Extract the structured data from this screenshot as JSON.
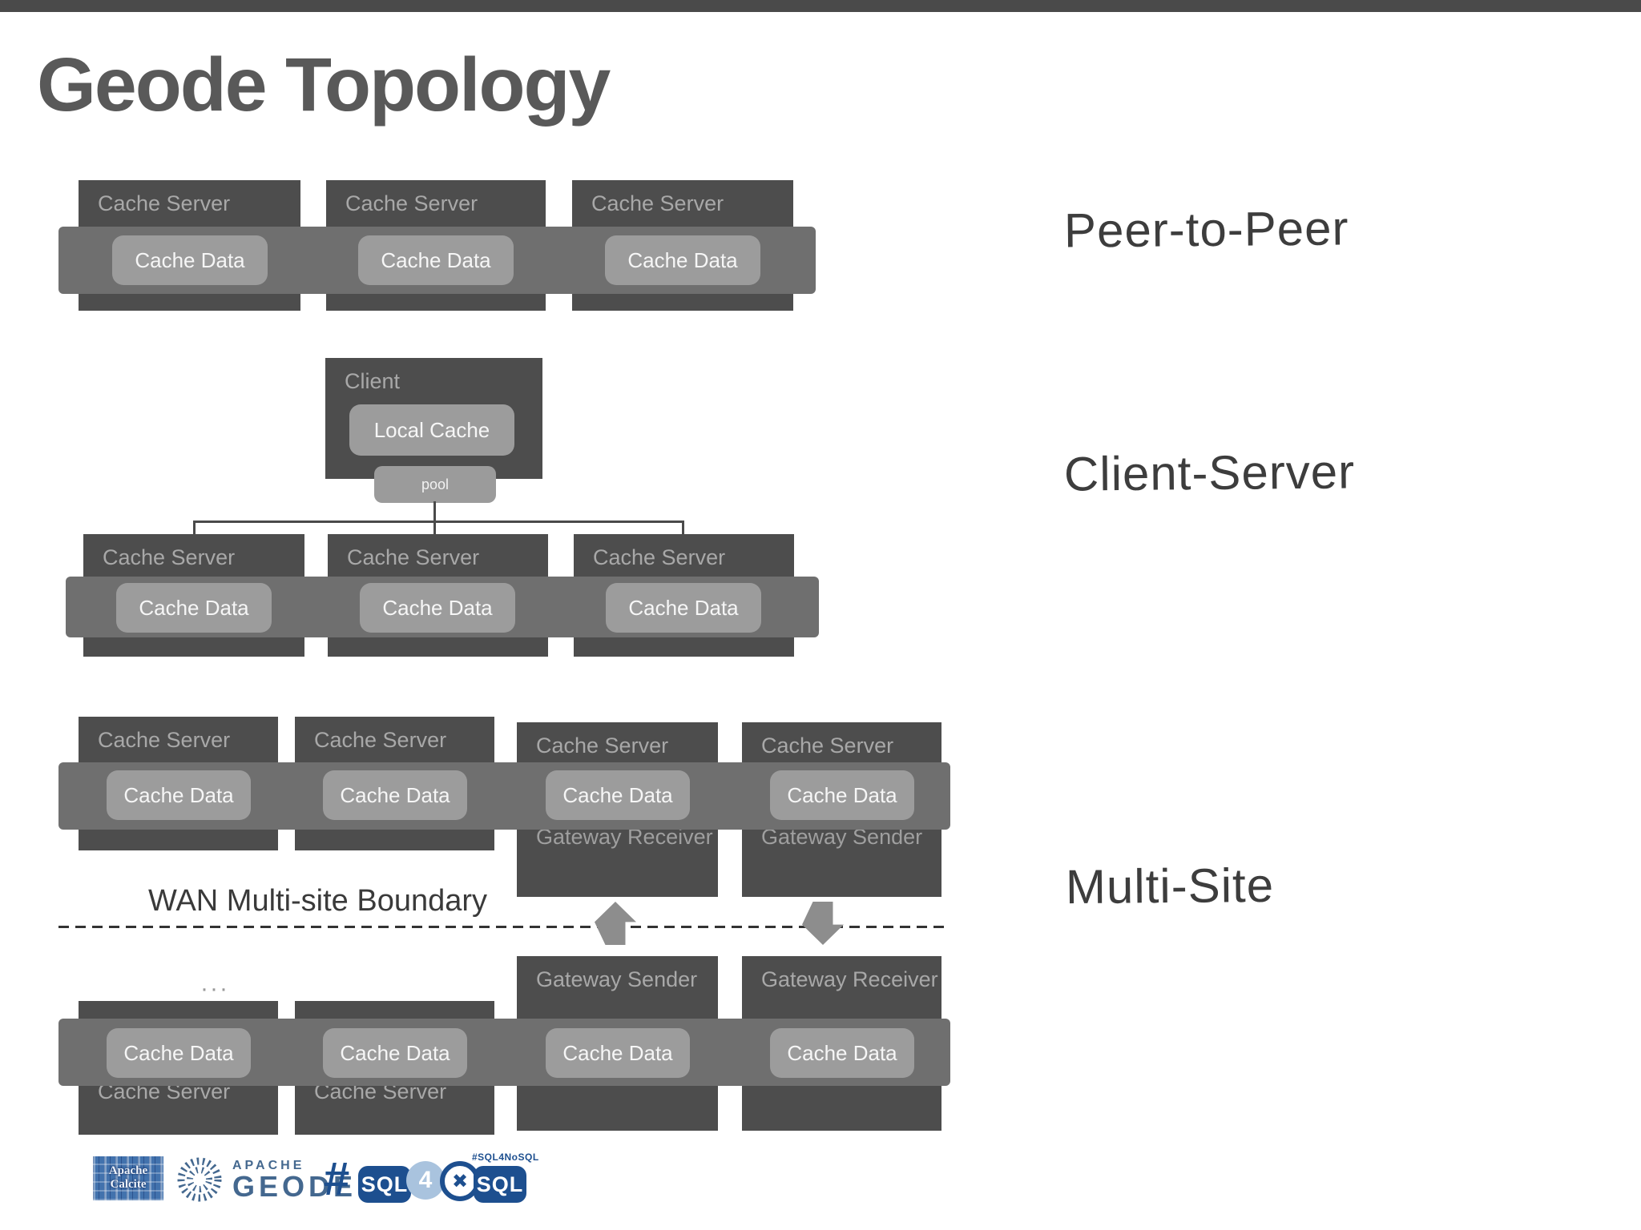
{
  "title": "Geode Topology",
  "sections": {
    "p2p": {
      "label": "Peer-to-Peer",
      "servers": [
        {
          "title": "Cache Server",
          "data": "Cache Data"
        },
        {
          "title": "Cache Server",
          "data": "Cache Data"
        },
        {
          "title": "Cache Server",
          "data": "Cache Data"
        }
      ]
    },
    "client_server": {
      "label": "Client-Server",
      "client": {
        "title": "Client",
        "local_cache": "Local Cache",
        "pool": "pool"
      },
      "servers": [
        {
          "title": "Cache Server",
          "data": "Cache Data"
        },
        {
          "title": "Cache Server",
          "data": "Cache Data"
        },
        {
          "title": "Cache Server",
          "data": "Cache Data"
        }
      ]
    },
    "multi_site": {
      "label": "Multi-Site",
      "wan_label": "WAN Multi-site Boundary",
      "ellipsis": "···",
      "site_top": {
        "servers": [
          {
            "title": "Cache Server",
            "data": "Cache Data"
          },
          {
            "title": "Cache Server",
            "data": "Cache Data"
          },
          {
            "title": "Cache Server",
            "data": "Cache Data",
            "gateway": "Gateway Receiver"
          },
          {
            "title": "Cache Server",
            "data": "Cache Data",
            "gateway": "Gateway Sender"
          }
        ]
      },
      "site_bottom": {
        "servers": [
          {
            "title": "Cache Server",
            "data": "Cache Data"
          },
          {
            "title": "Cache Server",
            "data": "Cache Data"
          },
          {
            "title": "Gateway Sender",
            "data": "Cache Data"
          },
          {
            "title": "Gateway Receiver",
            "data": "Cache Data"
          }
        ]
      }
    }
  },
  "logos": {
    "calcite": {
      "line1": "Apache",
      "line2": "Calcite"
    },
    "geode": {
      "top": "APACHE",
      "bottom": "GEODE"
    },
    "sql4sql": {
      "hash": "#",
      "sql1": "SQL",
      "four": "4",
      "x": "✖",
      "sql2": "SQL",
      "tagline": "#SQL4NoSQL"
    }
  },
  "colors": {
    "top_bar": "#4a4a4a",
    "title_text": "#595959",
    "server_box": "#4d4d4d",
    "band": "#6f6f6f",
    "data_chip": "#9c9c9c",
    "box_title_text": "#a8a8a8",
    "hand_label": "#3d3d3d",
    "arrow": "#8d8d8d",
    "dashed_line": "#333333",
    "logo_blue_dark": "#1d4f8f",
    "logo_blue_light": "#a9c3de",
    "geode_blue": "#44688f",
    "calcite_blue": "#4272ad"
  }
}
